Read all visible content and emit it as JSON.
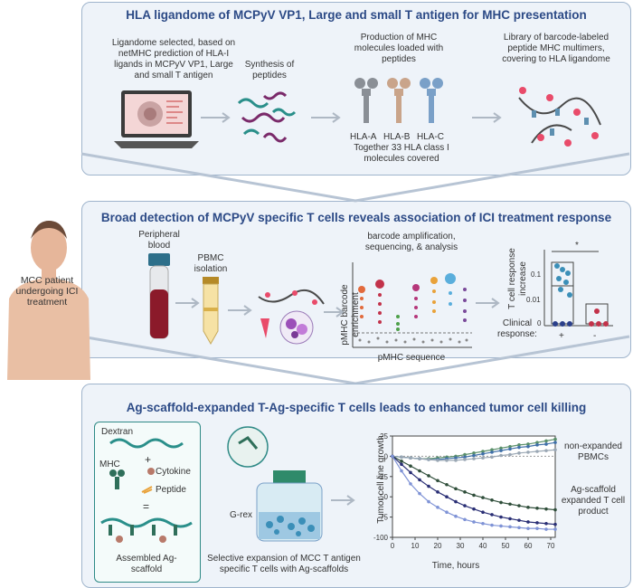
{
  "panel1": {
    "title": "HLA ligandome of MCPyV VP1, Large and small T antigen for MHC presentation",
    "step1": "Ligandome selected, based on netMHC prediction of HLA-I ligands in MCPyV VP1, Large and small T antigen",
    "step2": "Synthesis of peptides",
    "step3": "Production of MHC molecules loaded with peptides",
    "hla_a": "HLA-A",
    "hla_b": "HLA-B",
    "hla_c": "HLA-C",
    "hla_note": "Together 33 HLA class I molecules covered",
    "step4": "Library of barcode-labeled peptide MHC multimers, covering to HLA ligandome"
  },
  "panel2": {
    "title": "Broad detection of MCPyV specific T cells reveals association of ICI treatment response",
    "blood": "Peripheral blood",
    "pbmc": "PBMC isolation",
    "barcode": "barcode amplification, sequencing, & analysis",
    "ylabel": "pMHC barcode enrichment",
    "xlabel": "pMHC sequence",
    "tresp_label": "T cell response increase",
    "tick_01": "0.1",
    "tick_001": "0.01",
    "tick_0": "0",
    "star": "*",
    "clinical": "Clinical response:",
    "plus": "+",
    "minus": "-"
  },
  "patient": "MCC patient undergoing ICI treatment",
  "panel3": {
    "title": "Ag-scaffold-expanded T-Ag-specific T cells leads to enhanced tumor cell killing",
    "dextran": "Dextran",
    "mhc": "MHC",
    "plus": "+",
    "cytokine": "Cytokine",
    "peptide": "Peptide",
    "equals": "=",
    "assembled": "Assembled Ag-scaffold",
    "grex": "G-rex",
    "selective": "Selective expansion of MCC T antigen specific T cells with Ag-scaffolds",
    "nonexp": "non-expanded PBMCs",
    "agexp": "Ag-scaffold expanded T cell product"
  },
  "chart_data": {
    "type": "line",
    "ylabel": "Tumor cell line growth",
    "xlabel": "Time, hours",
    "xlim": [
      0,
      72
    ],
    "ylim": [
      -100,
      25
    ],
    "xticks": [
      0,
      10,
      20,
      30,
      40,
      50,
      60,
      70
    ],
    "yticks": [
      25,
      0,
      -25,
      -50,
      -75,
      -100
    ],
    "x": [
      0,
      4,
      8,
      12,
      16,
      20,
      24,
      28,
      32,
      36,
      40,
      44,
      48,
      52,
      56,
      60,
      64,
      68,
      72
    ],
    "series": [
      {
        "color": "#5a8f6a",
        "values": [
          0,
          -1,
          -2,
          -3,
          -3,
          -2,
          -1,
          0,
          2,
          4,
          6,
          8,
          10,
          12,
          14,
          15,
          17,
          19,
          21
        ]
      },
      {
        "color": "#3f6fa8",
        "values": [
          0,
          -1,
          -2,
          -3,
          -4,
          -4,
          -3,
          -2,
          -1,
          1,
          3,
          5,
          7,
          9,
          11,
          12,
          14,
          15,
          17
        ]
      },
      {
        "color": "#9aa7b4",
        "values": [
          0,
          -1,
          -2,
          -3,
          -4,
          -5,
          -5,
          -5,
          -4,
          -3,
          -2,
          -1,
          1,
          2,
          4,
          5,
          6,
          7,
          8
        ]
      },
      {
        "color": "#2f4e3a",
        "values": [
          0,
          -6,
          -12,
          -18,
          -24,
          -30,
          -35,
          -40,
          -44,
          -48,
          -51,
          -54,
          -57,
          -59,
          -61,
          -63,
          -64,
          -65,
          -66
        ]
      },
      {
        "color": "#2a2f75",
        "values": [
          0,
          -10,
          -20,
          -29,
          -37,
          -44,
          -50,
          -56,
          -61,
          -65,
          -69,
          -72,
          -75,
          -77,
          -79,
          -81,
          -82,
          -83,
          -84
        ]
      },
      {
        "color": "#7f93d6",
        "values": [
          0,
          -18,
          -34,
          -46,
          -56,
          -63,
          -69,
          -74,
          -78,
          -81,
          -83,
          -85,
          -86,
          -87,
          -88,
          -89,
          -89,
          -90,
          -90
        ]
      }
    ]
  }
}
